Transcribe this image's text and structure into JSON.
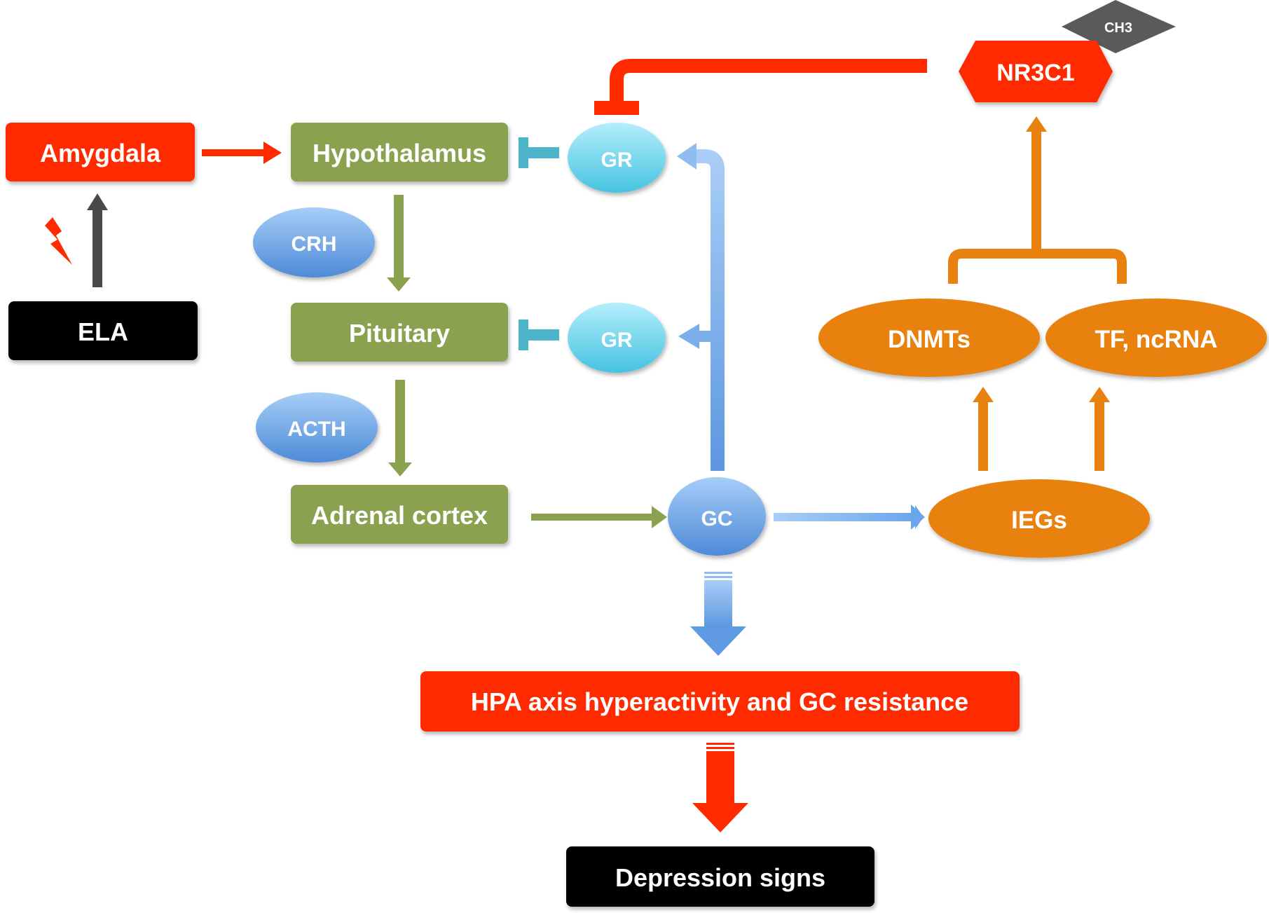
{
  "nodes": {
    "amygdala": {
      "label": "Amygdala"
    },
    "ela": {
      "label": "ELA"
    },
    "hypothalamus": {
      "label": "Hypothalamus"
    },
    "pituitary": {
      "label": "Pituitary"
    },
    "adrenal_cortex": {
      "label": "Adrenal cortex"
    },
    "crh": {
      "label": "CRH"
    },
    "acth": {
      "label": "ACTH"
    },
    "gr_top": {
      "label": "GR"
    },
    "gr_mid": {
      "label": "GR"
    },
    "gc": {
      "label": "GC"
    },
    "nr3c1": {
      "label": "NR3C1"
    },
    "ch3": {
      "label": "CH3"
    },
    "dnmts": {
      "label": "DNMTs"
    },
    "tf_ncrna": {
      "label": "TF, ncRNA"
    },
    "iegs": {
      "label": "IEGs"
    },
    "hpa": {
      "label": "HPA axis hyperactivity and GC resistance"
    },
    "depression": {
      "label": "Depression signs"
    }
  },
  "colors": {
    "red": "#ff2a00",
    "black": "#000000",
    "green": "#8aa150",
    "blue_ellipse": "#5e9ae0",
    "cyan_ellipse": "#5fd3ea",
    "orange": "#e8810e",
    "blue_arrow": "#6aa6ea",
    "teal_inhibit": "#4bb4c9",
    "dark_arrow": "#4a4a4a",
    "ch3_gray": "#5a5a5a"
  }
}
